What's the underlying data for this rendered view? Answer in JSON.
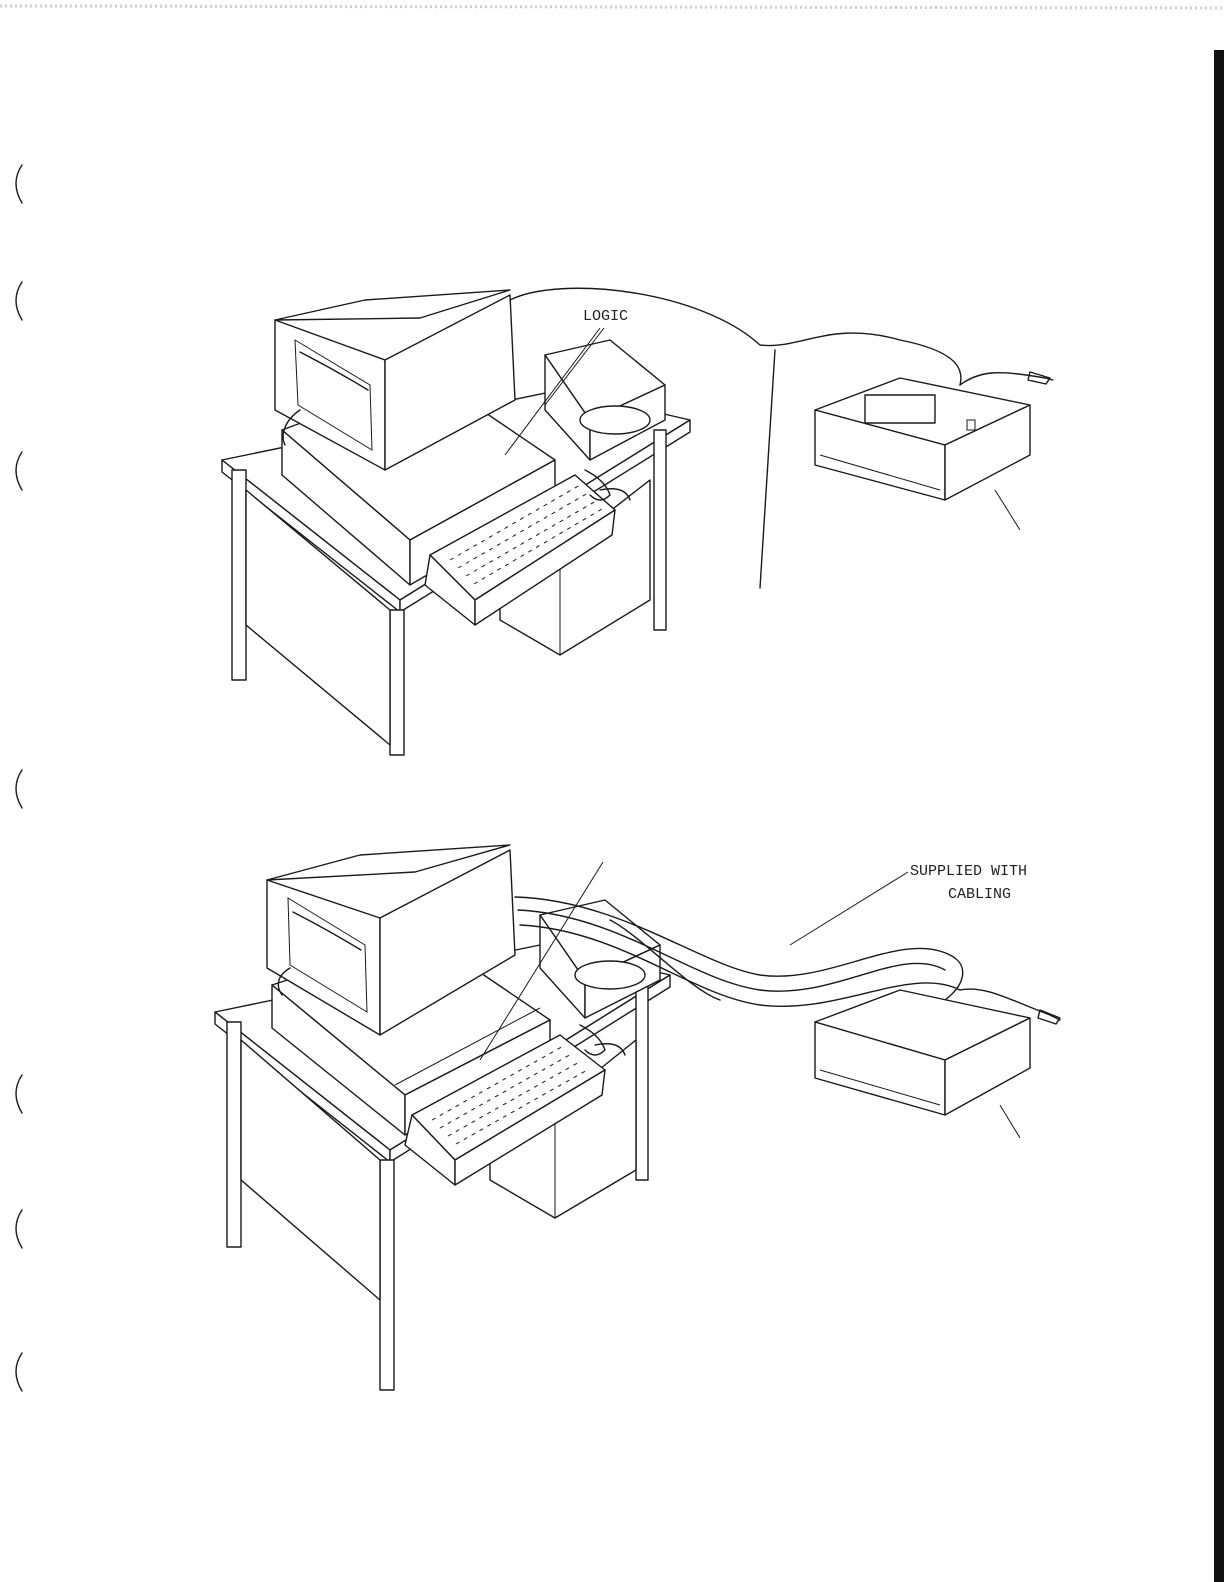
{
  "labels": {
    "top_logic": "LOGIC",
    "bottom_supplied_line1": "SUPPLIED WITH",
    "bottom_supplied_line2": "CABLING"
  },
  "colors": {
    "ink": "#1a1a1a",
    "paper": "#ffffff",
    "right_edge": "#111111"
  }
}
